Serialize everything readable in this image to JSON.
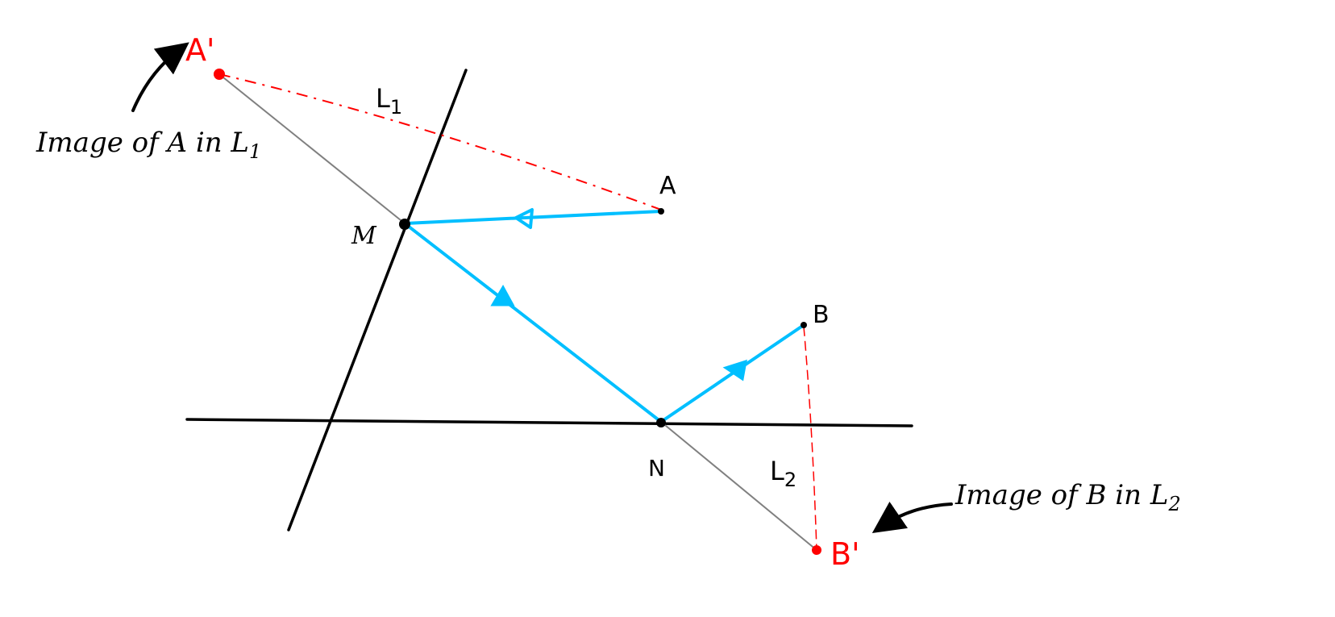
{
  "colors": {
    "line": "#000000",
    "ray": "#00bfff",
    "image": "#ff0000",
    "construction": "#808080"
  },
  "points": {
    "A": "A",
    "B": "B",
    "M": "M",
    "N": "N",
    "A_image": "A'",
    "B_image": "B'"
  },
  "lines": {
    "L1": "L",
    "L1_sub": "1",
    "L2": "L",
    "L2_sub": "2"
  },
  "annotations": {
    "image_A": "Image of A in L",
    "image_A_sub": "1",
    "image_B": "Image of B in L",
    "image_B_sub": "2"
  }
}
